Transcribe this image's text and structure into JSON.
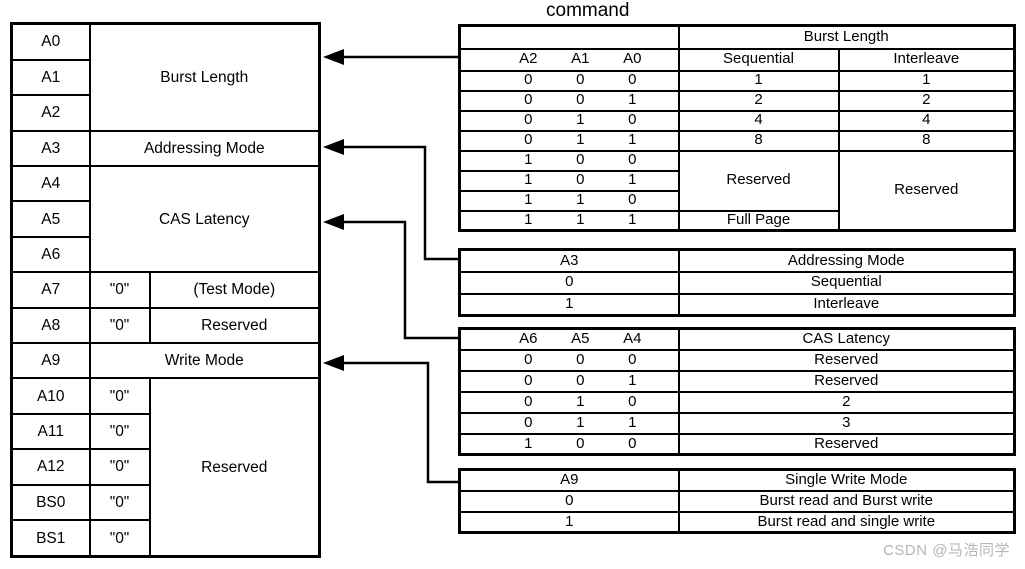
{
  "title": "command",
  "watermark": "CSDN @马浩同学",
  "colors": {
    "border": "#000000",
    "background": "#ffffff",
    "watermark": "#b5b5bd"
  },
  "mode_register": {
    "bit_labels": [
      "A0",
      "A1",
      "A2",
      "A3",
      "A4",
      "A5",
      "A6",
      "A7",
      "A8",
      "A9",
      "A10",
      "A11",
      "A12",
      "BS0",
      "BS1"
    ],
    "zero": "\"0\"",
    "fields": {
      "burst_length": "Burst Length",
      "addressing_mode": "Addressing Mode",
      "cas_latency": "CAS Latency",
      "test_mode": "(Test Mode)",
      "reserved_a8": "Reserved",
      "write_mode": "Write Mode",
      "reserved_low": "Reserved"
    }
  },
  "burst_length_table": {
    "title": "Burst Length",
    "bit_headers": [
      "A2",
      "A1",
      "A0"
    ],
    "mode_headers": [
      "Sequential",
      "Interleave"
    ],
    "rows": [
      {
        "bits": [
          "0",
          "0",
          "0"
        ],
        "seq": "1",
        "int": "1"
      },
      {
        "bits": [
          "0",
          "0",
          "1"
        ],
        "seq": "2",
        "int": "2"
      },
      {
        "bits": [
          "0",
          "1",
          "0"
        ],
        "seq": "4",
        "int": "4"
      },
      {
        "bits": [
          "0",
          "1",
          "1"
        ],
        "seq": "8",
        "int": "8"
      },
      {
        "bits": [
          "1",
          "0",
          "0"
        ]
      },
      {
        "bits": [
          "1",
          "0",
          "1"
        ]
      },
      {
        "bits": [
          "1",
          "1",
          "0"
        ]
      },
      {
        "bits": [
          "1",
          "1",
          "1"
        ],
        "seq": "Full Page"
      }
    ],
    "seq_reserved": "Reserved",
    "int_reserved": "Reserved"
  },
  "addressing_mode_table": {
    "bit_header": "A3",
    "title": "Addressing Mode",
    "rows": [
      {
        "bit": "0",
        "mode": "Sequential"
      },
      {
        "bit": "1",
        "mode": "Interleave"
      }
    ]
  },
  "cas_latency_table": {
    "bit_headers": [
      "A6",
      "A5",
      "A4"
    ],
    "title": "CAS Latency",
    "rows": [
      {
        "bits": [
          "0",
          "0",
          "0"
        ],
        "value": "Reserved"
      },
      {
        "bits": [
          "0",
          "0",
          "1"
        ],
        "value": "Reserved"
      },
      {
        "bits": [
          "0",
          "1",
          "0"
        ],
        "value": "2"
      },
      {
        "bits": [
          "0",
          "1",
          "1"
        ],
        "value": "3"
      },
      {
        "bits": [
          "1",
          "0",
          "0"
        ],
        "value": "Reserved"
      }
    ]
  },
  "single_write_mode_table": {
    "bit_header": "A9",
    "title": "Single Write Mode",
    "rows": [
      {
        "bit": "0",
        "mode": "Burst read and Burst write"
      },
      {
        "bit": "1",
        "mode": "Burst read and single write"
      }
    ]
  }
}
